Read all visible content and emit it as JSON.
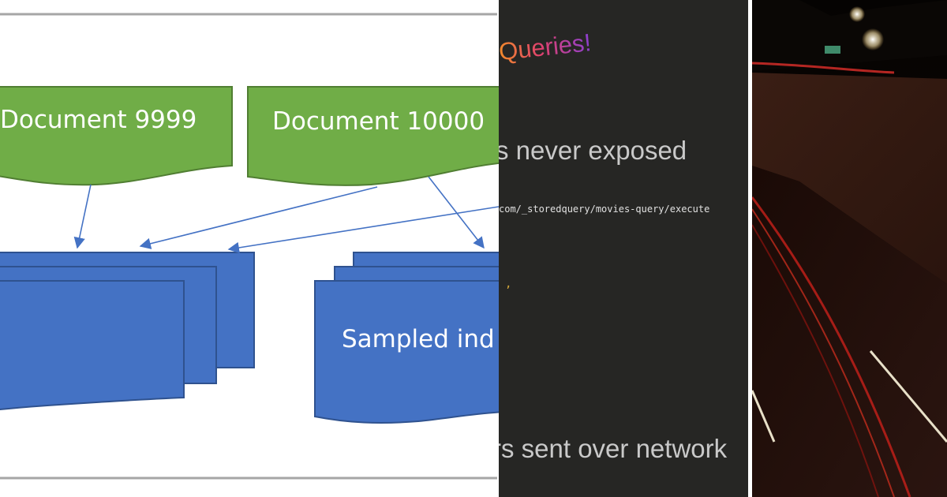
{
  "diagram": {
    "doc_left_label": "Document 9999",
    "doc_right_label": "Document 10000",
    "sampled_label": "Sampled ind",
    "colors": {
      "doc_fill": "#70ad47",
      "doc_stroke": "#507e32",
      "index_fill": "#4472c4",
      "index_stroke": "#2f528f",
      "arrow": "#4472c4",
      "frame_line": "#a6a6a6"
    }
  },
  "slide": {
    "title_fragment": "Queries!",
    "line1": "s never exposed",
    "code_line": "com/_storedquery/movies-query/execute",
    "punct": ",",
    "line2": "rs sent over network",
    "colors": {
      "background": "#262624",
      "title_gradient": [
        "#f08a2a",
        "#e0416e",
        "#8a3fd0"
      ]
    }
  },
  "photo": {
    "subject": "night-highway-light-trails"
  }
}
